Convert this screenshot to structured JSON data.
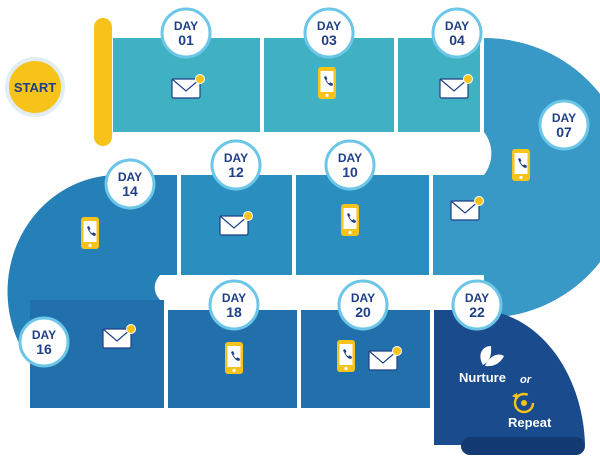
{
  "start_label": "START",
  "day_prefix": "DAY",
  "steps": [
    {
      "day": "01",
      "channel": "email"
    },
    {
      "day": "03",
      "channel": "phone"
    },
    {
      "day": "04",
      "channel": "email"
    },
    {
      "day": "07",
      "channel": "email-and-phone"
    },
    {
      "day": "10",
      "channel": "phone"
    },
    {
      "day": "12",
      "channel": "email"
    },
    {
      "day": "14",
      "channel": "phone"
    },
    {
      "day": "16",
      "channel": "email"
    },
    {
      "day": "18",
      "channel": "phone"
    },
    {
      "day": "20",
      "channel": "phone-and-email"
    },
    {
      "day": "22",
      "channel": "nurture-or-repeat"
    }
  ],
  "end": {
    "nurture_label": "Nurture",
    "or_label": "or",
    "repeat_label": "Repeat"
  },
  "icons": {
    "email": "envelope-icon",
    "phone": "mobile-phone-icon",
    "nurture": "leaf-icon",
    "repeat": "cycle-arrow-icon"
  },
  "colors": {
    "row1": "#3fb1c3",
    "row2": "#2a8fbf",
    "row3": "#2170ab",
    "end_block": "#1a4b8c",
    "end_bar": "#143a73",
    "start_bar": "#f7c21a",
    "badge_ring": "#6cc6e8",
    "badge_text": "#1f3f86",
    "icon_accent": "#f7c21a"
  }
}
